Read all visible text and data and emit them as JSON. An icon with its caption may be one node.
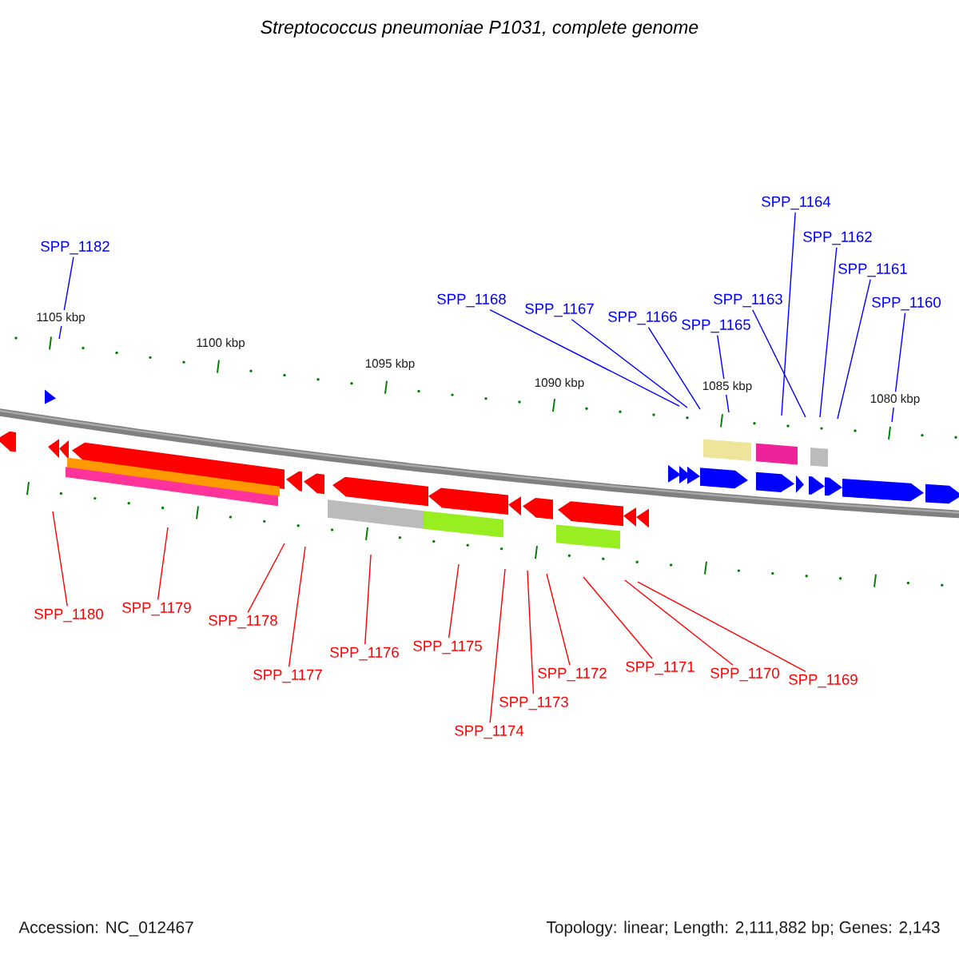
{
  "diagram": {
    "title": "Streptococcus pneumoniae P1031, complete genome",
    "nodes": [
      {
        "text": [
          "SPP_1182"
        ]
      },
      {
        "text": [
          "SPP_1168"
        ]
      },
      {
        "text": [
          "SPP_1167"
        ]
      },
      {
        "text": [
          "SPP_1166"
        ]
      },
      {
        "text": [
          "SPP_1165"
        ]
      },
      {
        "text": [
          "SPP_1164"
        ]
      },
      {
        "text": [
          "SPP_1162"
        ]
      },
      {
        "text": [
          "SPP_1161"
        ]
      },
      {
        "text": [
          "SPP_1163"
        ]
      },
      {
        "text": [
          "SPP_1160"
        ]
      },
      {
        "text": [
          "SPP_1180"
        ]
      },
      {
        "text": [
          "SPP_1179"
        ]
      },
      {
        "text": [
          "SPP_1178"
        ]
      },
      {
        "text": [
          "SPP_1177"
        ]
      },
      {
        "text": [
          "SPP_1176"
        ]
      },
      {
        "text": [
          "SPP_1175"
        ]
      },
      {
        "text": [
          "SPP_1174"
        ]
      },
      {
        "text": [
          "SPP_1173"
        ]
      },
      {
        "text": [
          "SPP_1172"
        ]
      },
      {
        "text": [
          "SPP_1171"
        ]
      },
      {
        "text": [
          "SPP_1170"
        ]
      },
      {
        "text": [
          "SPP_1169"
        ]
      }
    ],
    "edges": [
      {
        "from": 0,
        "to": null,
        "arrow": "none",
        "color": "#0000ff"
      },
      {
        "from": 1,
        "to": null,
        "arrow": "none",
        "color": "#0000ff"
      },
      {
        "from": 2,
        "to": null,
        "arrow": "none",
        "color": "#0000ff"
      },
      {
        "from": 3,
        "to": null,
        "arrow": "none",
        "color": "#0000ff"
      },
      {
        "from": 4,
        "to": null,
        "arrow": "none",
        "color": "#0000ff"
      },
      {
        "from": 5,
        "to": null,
        "arrow": "none",
        "color": "#0000ff"
      },
      {
        "from": 6,
        "to": null,
        "arrow": "none",
        "color": "#0000ff"
      },
      {
        "from": 7,
        "to": null,
        "arrow": "none",
        "color": "#0000ff"
      },
      {
        "from": 8,
        "to": null,
        "arrow": "none",
        "color": "#0000ff"
      },
      {
        "from": 9,
        "to": null,
        "arrow": "none",
        "color": "#0000ff"
      },
      {
        "from": 10,
        "to": null,
        "arrow": "none"
      },
      {
        "from": 11,
        "to": null,
        "arrow": "none"
      },
      {
        "from": 12,
        "to": null,
        "arrow": "none"
      },
      {
        "from": 13,
        "to": null,
        "arrow": "none"
      },
      {
        "from": 14,
        "to": null,
        "arrow": "none"
      },
      {
        "from": 15,
        "to": null,
        "arrow": "none"
      },
      {
        "from": 16,
        "to": null,
        "arrow": "none"
      },
      {
        "from": 17,
        "to": null,
        "arrow": "none"
      },
      {
        "from": 18,
        "to": null,
        "arrow": "none"
      },
      {
        "from": 19,
        "to": null,
        "arrow": "none"
      },
      {
        "from": 20,
        "to": null,
        "arrow": "none"
      },
      {
        "from": 21,
        "to": null,
        "arrow": "none"
      }
    ],
    "labels": [
      "1105 kbp",
      "1100 kbp",
      "1095 kbp",
      "1090 kbp",
      "1085 kbp",
      "1080 kbp",
      "Accession: NC_012467",
      "Topology: linear; Length: 2,111,882 bp; Genes: 2,143"
    ]
  }
}
